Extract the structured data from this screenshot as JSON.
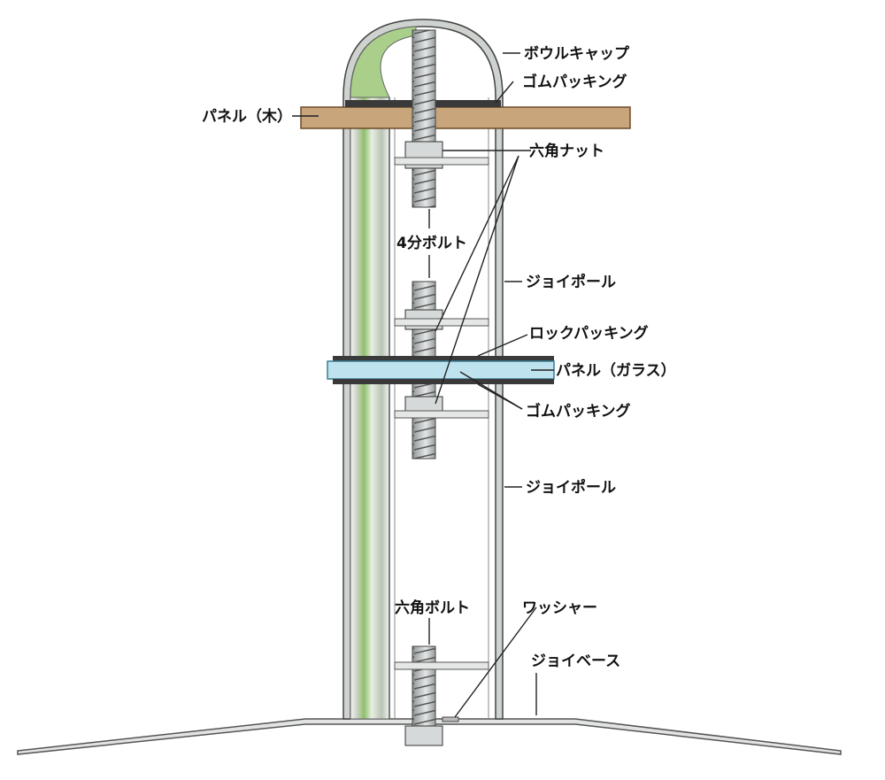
{
  "labels": {
    "bowl_cap": "ボウルキャップ",
    "rubber_packing_top": "ゴムパッキング",
    "panel_wood": "パネル（木）",
    "hex_nut": "六角ナット",
    "bolt_4bu": "4分ボルト",
    "joy_pole_upper": "ジョイポール",
    "lock_packing": "ロックパッキング",
    "panel_glass": "パネル（ガラス）",
    "rubber_packing_lower": "ゴムパッキング",
    "joy_pole_lower": "ジョイポール",
    "hex_bolt": "六角ボルト",
    "washer": "ワッシャー",
    "joy_base": "ジョイベース"
  },
  "colors": {
    "wood_panel": "#c8a57a",
    "glass_panel": "#bfe3ee",
    "rubber": "#3a3a3a",
    "pole_highlight": "#9cc57a",
    "metal": "#d9dcdc",
    "outline": "#333333"
  }
}
